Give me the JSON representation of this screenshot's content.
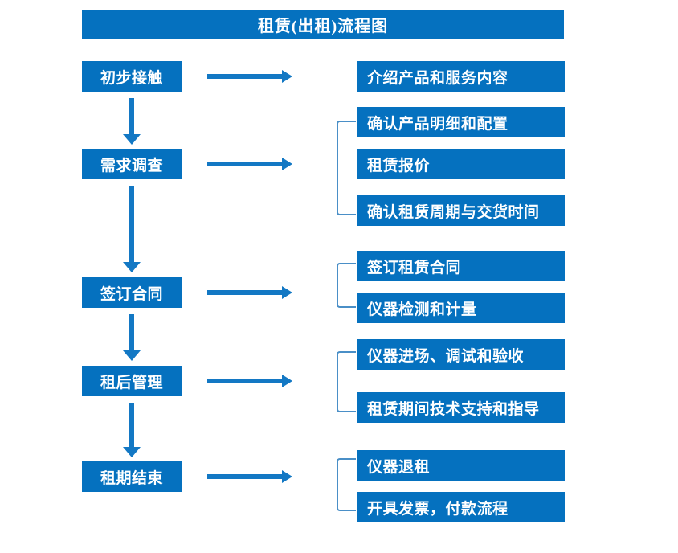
{
  "diagram": {
    "title": "租赁(出租)流程图",
    "accent_color": "#0571bf",
    "arrow_color": "#1378c4",
    "bracket_color": "#4a8fc7",
    "text_color": "#ffffff",
    "background_color": "#ffffff"
  },
  "stages": [
    {
      "id": "stage-1",
      "label": "初步接触"
    },
    {
      "id": "stage-2",
      "label": "需求调查"
    },
    {
      "id": "stage-3",
      "label": "签订合同"
    },
    {
      "id": "stage-4",
      "label": "租后管理"
    },
    {
      "id": "stage-5",
      "label": "租期结束"
    }
  ],
  "details": [
    {
      "id": "detail-1-1",
      "label": "介绍产品和服务内容",
      "group": 1
    },
    {
      "id": "detail-2-1",
      "label": "确认产品明细和配置",
      "group": 2
    },
    {
      "id": "detail-2-2",
      "label": "租赁报价",
      "group": 2
    },
    {
      "id": "detail-2-3",
      "label": "确认租赁周期与交货时间",
      "group": 2
    },
    {
      "id": "detail-3-1",
      "label": "签订租赁合同",
      "group": 3
    },
    {
      "id": "detail-3-2",
      "label": "仪器检测和计量",
      "group": 3
    },
    {
      "id": "detail-4-1",
      "label": "仪器进场、调试和验收",
      "group": 4
    },
    {
      "id": "detail-4-2",
      "label": "租赁期间技术支持和指导",
      "group": 4
    },
    {
      "id": "detail-5-1",
      "label": "仪器退租",
      "group": 5
    },
    {
      "id": "detail-5-2",
      "label": "开具发票，付款流程",
      "group": 5
    }
  ],
  "connectors": {
    "down_arrow_count": 4,
    "right_arrow_count": 5,
    "bracket_count": 4
  }
}
